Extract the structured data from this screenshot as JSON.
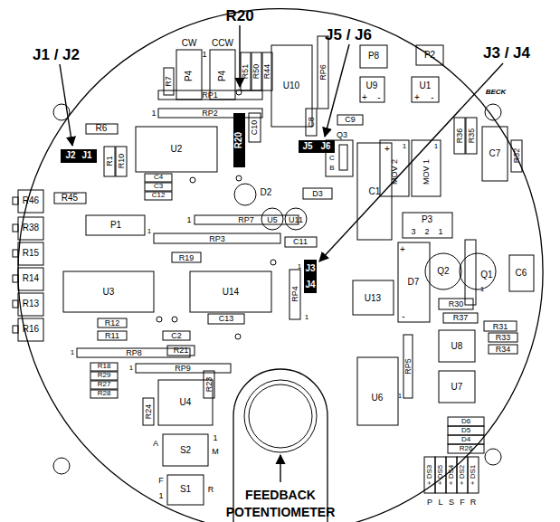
{
  "diagram": {
    "labels": [
      "R20",
      "J1 / J2",
      "J5 / J6",
      "J3 / J4",
      "FEEDBACK",
      "POTENTIOMETER",
      "CW",
      "CCW",
      "P4",
      "P4",
      "R7",
      "R51",
      "R50",
      "R44",
      "U10",
      "RP6",
      "P8",
      "P2",
      "U9",
      "+",
      "-",
      "U1",
      "+",
      "-",
      "RP1",
      "1",
      "RP2",
      "1",
      "R6",
      "J2",
      "J1",
      "R1",
      "R10",
      "U2",
      "R20",
      "C10",
      "C8",
      "C9",
      "J5",
      "J6",
      "Q3",
      "E",
      "C",
      "B",
      "R45",
      "C4",
      "C3",
      "C12",
      "D2",
      "D3",
      "RP7",
      "1",
      "U5",
      "U11",
      "C11",
      "C1",
      "+",
      "MOV 2",
      "MOV 1",
      "1",
      "1",
      "R36",
      "R35",
      "C7",
      "R32",
      "P3",
      "3",
      "2",
      "1",
      "R46",
      "R38",
      "R15",
      "R14",
      "R13",
      "R16",
      "P1",
      "1",
      "RP3",
      "R19",
      "U3",
      "U14",
      "RP4",
      "1",
      "J3",
      "J4",
      "1",
      "U13",
      "D7",
      "+",
      "-",
      "Q2",
      "Q1",
      "1",
      "C6",
      "R30",
      "R37",
      "R31",
      "R33",
      "R34",
      "C13",
      "R12",
      "R11",
      "C2",
      "R21",
      "RP8",
      "1",
      "R18",
      "R29",
      "R27",
      "R28",
      "RP9",
      "1",
      "R23",
      "U4",
      "R24",
      "S2",
      "A",
      "1",
      "M",
      "S1",
      "F",
      "1",
      "R",
      "U6",
      "RP5",
      "1",
      "U8",
      "U7",
      "D6",
      "D5",
      "D4",
      "R26",
      "+ DS3",
      "+ DS5",
      "+ DS4",
      "+ DS2",
      "+ DS1",
      "P",
      "L",
      "S",
      "F",
      "R",
      "BECK"
    ]
  }
}
